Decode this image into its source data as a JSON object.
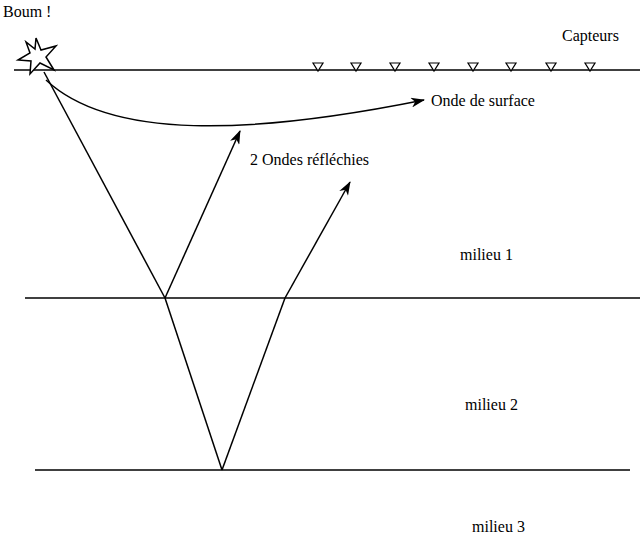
{
  "diagram": {
    "labels": [
      "Boum !",
      "Capteurs",
      "Onde de surface",
      "2 Ondes réfléchies",
      "milieu 1",
      "milieu 2",
      "milieu 3"
    ]
  }
}
